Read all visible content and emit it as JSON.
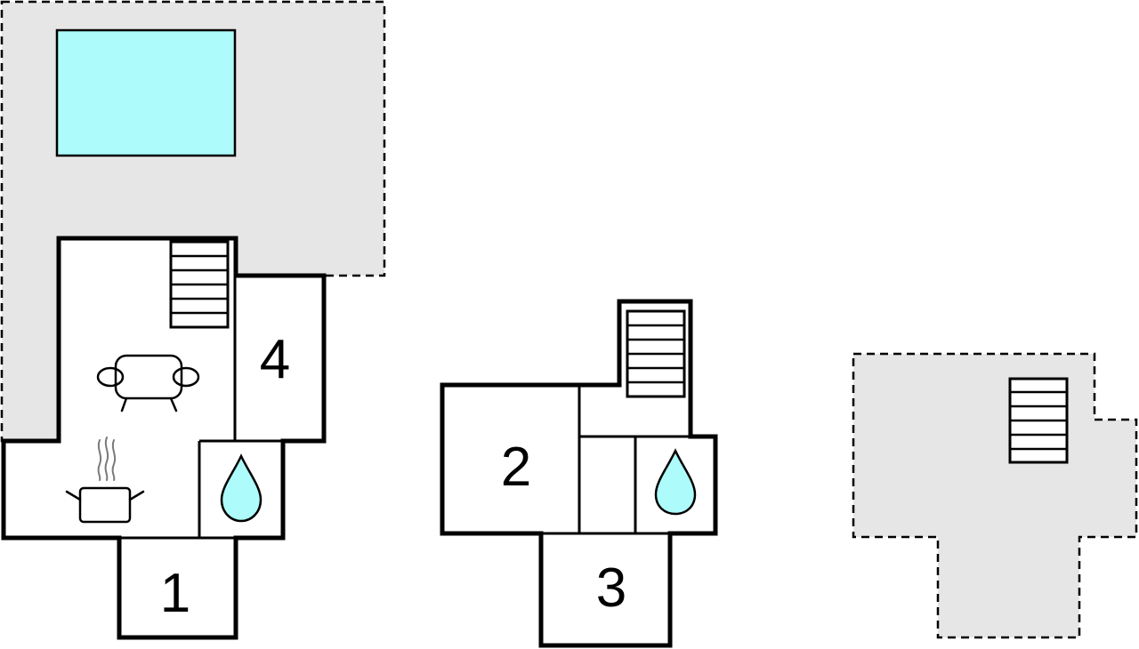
{
  "floor_plan": {
    "colors": {
      "outdoor_area": "#e6e6e6",
      "pool": "#adfbfb",
      "water_drop": "#adfbfb",
      "walls": "#000000",
      "room_fill": "#ffffff"
    },
    "rooms": [
      {
        "id": "room-1",
        "label": "1"
      },
      {
        "id": "room-2",
        "label": "2"
      },
      {
        "id": "room-3",
        "label": "3"
      },
      {
        "id": "room-4",
        "label": "4"
      }
    ],
    "icons": [
      "staircase-icon",
      "sofa-icon",
      "cooking-pot-icon",
      "water-drop-icon"
    ]
  }
}
